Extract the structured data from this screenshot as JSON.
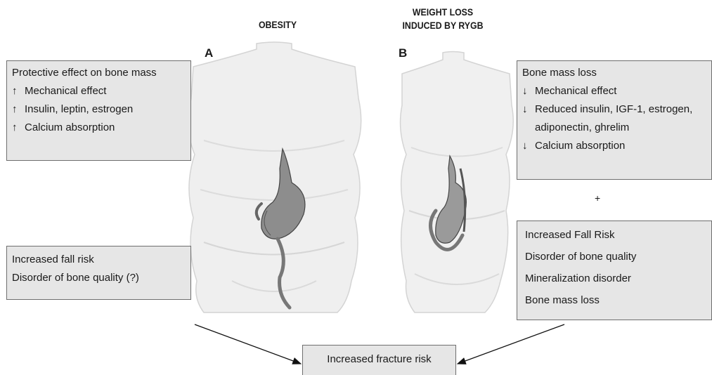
{
  "headers": {
    "left": "OBESITY",
    "right_line1": "WEIGHT LOSS",
    "right_line2": "INDUCED BY RYGB"
  },
  "panel_labels": {
    "a": "A",
    "b": "B"
  },
  "left_top_box": {
    "title": "Protective effect on bone mass",
    "items": [
      {
        "arrow": "↑",
        "text": "Mechanical effect"
      },
      {
        "arrow": "↑",
        "text": "Insulin, leptin, estrogen"
      },
      {
        "arrow": "↑",
        "text": "Calcium absorption"
      }
    ]
  },
  "left_bottom_box": {
    "lines": [
      "Increased fall risk",
      "Disorder of bone quality (?)"
    ]
  },
  "right_top_box": {
    "title": "Bone mass loss",
    "items": [
      {
        "arrow": "↓",
        "text": "Mechanical effect"
      },
      {
        "arrow": "↓",
        "text": "Reduced insulin, IGF-1, estrogen,"
      },
      {
        "arrow": "",
        "text": "adiponectin, ghrelim"
      },
      {
        "arrow": "↓",
        "text": "Calcium absorption"
      }
    ]
  },
  "plus_sign": "+",
  "right_bottom_box": {
    "lines": [
      "Increased Fall Risk",
      "Disorder of bone quality",
      "Mineralization disorder",
      "Bone mass loss"
    ]
  },
  "center_box": {
    "text": "Increased fracture risk"
  }
}
